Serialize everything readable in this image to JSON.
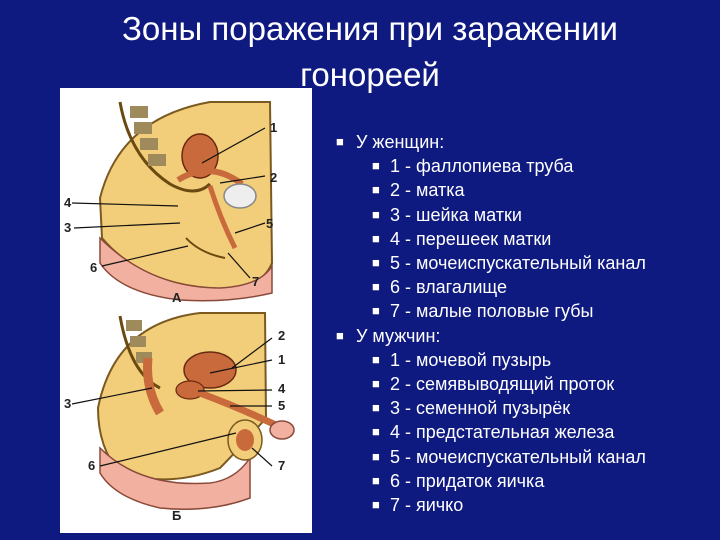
{
  "title": {
    "line1": "Зоны поражения при заражении",
    "line2": "гонореей"
  },
  "figure": {
    "female": {
      "caption": "А",
      "labels": [
        "1",
        "2",
        "4",
        "3",
        "5",
        "6",
        "7"
      ]
    },
    "male": {
      "caption": "Б",
      "labels": [
        "2",
        "1",
        "3",
        "4",
        "5",
        "6",
        "7"
      ]
    }
  },
  "women": {
    "heading": "У женщин:",
    "items": [
      "1 - фаллопиева труба",
      "2 - матка",
      "3 - шейка матки",
      "4 - перешеек матки",
      "5 - мочеиспускательный канал",
      "6 - влагалище",
      "7 - малые половые губы"
    ]
  },
  "men": {
    "heading": "У мужчин:",
    "items": [
      "1 - мочевой пузырь",
      "2 - семявыводящий проток",
      "3 - семенной пузырёк",
      "4 - предстательная железа",
      "5 - мочеиспускательный канал",
      "6 - придаток яичка",
      "7 - яичко"
    ]
  },
  "colors": {
    "background": "#0f1a80",
    "text": "#ffffff",
    "tissue": "#f2cd7a",
    "organ": "#c86a3c",
    "skin": "#f2b0a0"
  },
  "bullet_icon": "square-bullet-icon"
}
